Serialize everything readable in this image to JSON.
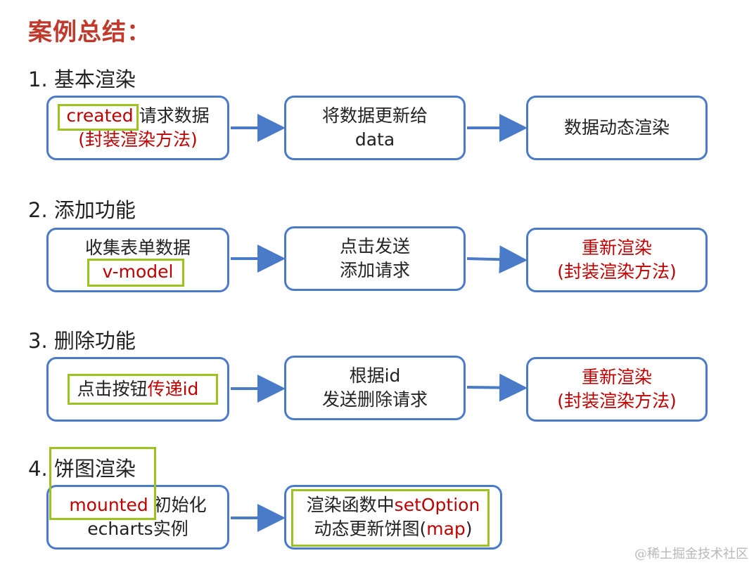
{
  "title": "案例总结：",
  "sections": [
    {
      "heading": "1. 基本渲染",
      "box1": {
        "line1_red": "created",
        "line1_black": " 请求数据",
        "line2": "(封装渲染方法)"
      },
      "box2": {
        "line1": "将数据更新给",
        "line2": "data"
      },
      "box3": {
        "line1": "数据动态渲染"
      }
    },
    {
      "heading": "2. 添加功能",
      "box1": {
        "line1": "收集表单数据",
        "line2": "v-model"
      },
      "box2": {
        "line1": "点击发送",
        "line2": "添加请求"
      },
      "box3": {
        "line1": "重新渲染",
        "line2": "(封装渲染方法)"
      }
    },
    {
      "heading": "3. 删除功能",
      "box1": {
        "line1_black": "点击按钮",
        "line1_red": "传递id"
      },
      "box2": {
        "line1": "根据id",
        "line2": "发送删除请求"
      },
      "box3": {
        "line1": "重新渲染",
        "line2": "(封装渲染方法)"
      }
    },
    {
      "heading": "4. 饼图渲染",
      "box1": {
        "line1_red": "mounted",
        "line1_black": " 初始化",
        "line2": "echarts实例"
      },
      "box2": {
        "line1_black": "渲染函数中",
        "line1_red": "setOption",
        "line2_black": "动态更新饼图(",
        "line2_red": "map",
        "line2_end": ")"
      }
    }
  ],
  "colors": {
    "title": "#c0392b",
    "box_border": "#4a7bc8",
    "highlight": "#9cc31f",
    "red_text": "#c00000"
  },
  "watermark": "@稀土掘金技术社区"
}
